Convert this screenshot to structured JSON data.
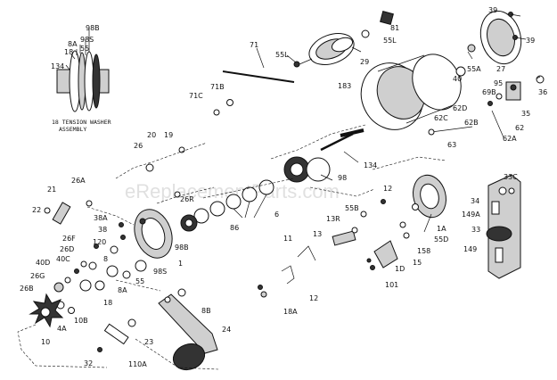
{
  "watermark": "eReplacementParts.com",
  "callout_caption": [
    "18 TENSION WASHER",
    "ASSEMBLY"
  ],
  "callout_labels": [
    "98B",
    "98S",
    "8A",
    "18",
    "55",
    "134"
  ],
  "part_labels": {
    "p81": "81",
    "p39a": "39",
    "p55L": "55L",
    "p29": "29",
    "p55La": "55L",
    "p39b": "39",
    "p71": "71",
    "p71B": "71B",
    "p71C": "71C",
    "p183": "183",
    "p40": "40",
    "p55A": "55A",
    "p27": "27",
    "p95": "95",
    "p69B": "69B",
    "p36": "36",
    "p35": "35",
    "p62D": "62D",
    "p62B": "62B",
    "p62C": "62C",
    "p62": "62",
    "p62A": "62A",
    "p63": "63",
    "p20": "20",
    "p19": "19",
    "p26": "26",
    "p134": "134",
    "p98": "98",
    "p33C": "33C",
    "p34": "34",
    "p149A": "149A",
    "p33": "33",
    "p149": "149",
    "p21": "21",
    "p26A": "26A",
    "p22": "22",
    "p26R": "26R",
    "p6": "6",
    "p86": "86",
    "p98B": "98B",
    "p55B": "55B",
    "p12": "12",
    "p1A": "1A",
    "p55D": "55D",
    "p13R": "13R",
    "p13": "13",
    "p11": "11",
    "p158": "158",
    "p15": "15",
    "p38A": "38A",
    "p38": "38",
    "p26F": "26F",
    "p26D": "26D",
    "p120": "120",
    "p40D": "40D",
    "p40C": "40C",
    "p26G": "26G",
    "p26B": "26B",
    "p8": "8",
    "p98S": "98S",
    "p1": "1",
    "p55": "55",
    "p8A": "8A",
    "p18": "18",
    "p10B": "10B",
    "p4A": "4A",
    "p10": "10",
    "p1D": "1D",
    "p101": "101",
    "p12b": "12",
    "p18A": "18A",
    "p8B": "8B",
    "p24": "24",
    "p23": "23",
    "p110A": "110A",
    "p32": "32"
  }
}
